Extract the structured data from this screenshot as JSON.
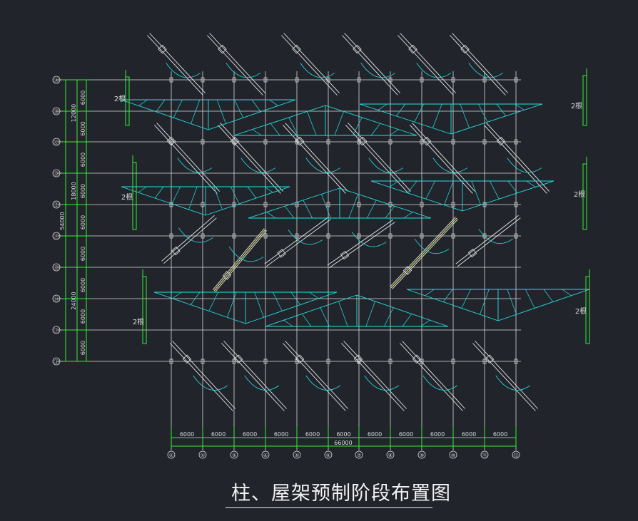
{
  "drawing": {
    "title": "柱、屋架预制阶段布置图",
    "colors": {
      "background": "#21252b",
      "grid": "#d9d9d9",
      "truss": "#22e0e0",
      "dimension": "#33ee33",
      "column": "#e6e6e6",
      "accent": "#f2f26a"
    },
    "column_grid_labels": [
      "①",
      "②",
      "③",
      "④",
      "⑤",
      "⑥",
      "⑦",
      "⑧",
      "⑨",
      "⑩",
      "⑪",
      "⑫"
    ],
    "row_grid_labels": [
      "Ⓐ",
      "Ⓑ",
      "Ⓒ",
      "Ⓓ",
      "Ⓔ",
      "Ⓕ",
      "Ⓖ",
      "Ⓗ",
      "Ⓘ",
      "Ⓙ"
    ],
    "bottom_spans": [
      "6000",
      "6000",
      "6000",
      "6000",
      "6000",
      "6000",
      "6000",
      "6000",
      "6000",
      "6000",
      "6000"
    ],
    "bottom_total": "66000",
    "left_inner_spans": [
      "6000",
      "6000",
      "6000",
      "6000",
      "6000",
      "6000",
      "6000",
      "6000",
      "6000"
    ],
    "left_group_dims": [
      "12000",
      "18000",
      "24000"
    ],
    "left_total": "54000",
    "stack_labels": [
      "2根",
      "2根",
      "2根",
      "2根",
      "2根",
      "2根"
    ]
  }
}
